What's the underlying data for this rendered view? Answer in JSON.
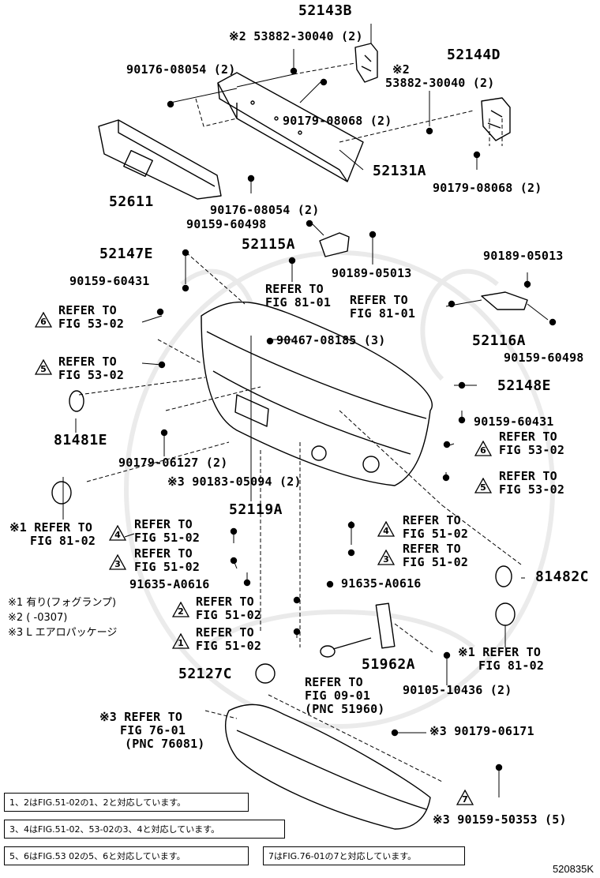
{
  "labels": {
    "p52143B": "52143B",
    "p53882_top": "※2 53882-30040 (2)",
    "p90176_top": "90176-08054 (2)",
    "p53882_right_a": "※2",
    "p53882_right_b": "53882-30040 (2)",
    "p52144D": "52144D",
    "p90179_08068_a": "90179-08068 (2)",
    "p52131A": "52131A",
    "p90179_08068_b": "90179-08068 (2)",
    "p52611": "52611",
    "p90176_bottom": "90176-08054 (2)",
    "p90159_60498_a": "90159-60498",
    "p52115A": "52115A",
    "p52147E": "52147E",
    "p90189_05013_a": "90189-05013",
    "p90189_05013_b": "90189-05013",
    "p90159_60431_a": "90159-60431",
    "ref81_a1": "REFER TO",
    "ref81_a2": "FIG 81-01",
    "ref81_b1": "REFER TO",
    "ref81_b2": "FIG 81-01",
    "p52116A": "52116A",
    "p90159_60498_b": "90159-60498",
    "ref53_6a1": "REFER TO",
    "ref53_6a2": "FIG 53-02",
    "p90467": "90467-08185 (3)",
    "ref53_5a1": "REFER TO",
    "ref53_5a2": "FIG 53-02",
    "p52148E": "52148E",
    "p81481E": "81481E",
    "p90159_60431_b": "90159-60431",
    "p90179_06127": "90179-06127 (2)",
    "ref53_6b1": "REFER TO",
    "ref53_6b2": "FIG 53-02",
    "p90183": "※3 90183-05094 (2)",
    "ref53_5b1": "REFER TO",
    "ref53_5b2": "FIG 53-02",
    "p52119A": "52119A",
    "ref81_c1": "※1 REFER TO",
    "ref81_c2": "FIG 81-02",
    "ref51_4a1": "REFER TO",
    "ref51_4a2": "FIG 51-02",
    "ref51_4b1": "REFER TO",
    "ref51_4b2": "FIG 51-02",
    "ref51_3a1": "REFER TO",
    "ref51_3a2": "FIG 51-02",
    "ref51_3b1": "REFER TO",
    "ref51_3b2": "FIG 51-02",
    "p81482C": "81482C",
    "p91635_a": "91635-A0616",
    "p91635_b": "91635-A0616",
    "ref51_2_1": "REFER TO",
    "ref51_2_2": "FIG 51-02",
    "ref51_1_1": "REFER TO",
    "ref51_1_2": "FIG 51-02",
    "ref81_d1": "※1 REFER TO",
    "ref81_d2": "FIG 81-02",
    "p51962A": "51962A",
    "p52127C": "52127C",
    "p90105": "90105-10436 (2)",
    "ref09_1": "REFER TO",
    "ref09_2": "FIG 09-01",
    "ref09_3": "(PNC 51960)",
    "ref76_1": "※3 REFER TO",
    "ref76_2": "FIG 76-01",
    "ref76_3": "(PNC 76081)",
    "p90179_06171": "※3 90179-06171",
    "p90159_50353": "※3 90159-50353 (5)"
  },
  "notes": {
    "n1": "※1 有り(フォグランプ)",
    "n2": "※2 (      -0307)",
    "n3": "※3 L エアロパッケージ"
  },
  "triangles": {
    "t6a": "6",
    "t5a": "5",
    "t6b": "6",
    "t5b": "5",
    "t4a": "4",
    "t4b": "4",
    "t3a": "3",
    "t3b": "3",
    "t2": "2",
    "t1": "1",
    "t7": "7"
  },
  "legend": {
    "box1": "1、2はFIG.51-02の1、2と対応しています。",
    "box2": "3、4はFIG.51-02、53-02の3、4と対応しています。",
    "box3": "5、6はFIG.53 02の5、6と対応しています。",
    "box4": "7はFIG.76-01の7と対応しています。"
  },
  "figure_code": "520835K"
}
